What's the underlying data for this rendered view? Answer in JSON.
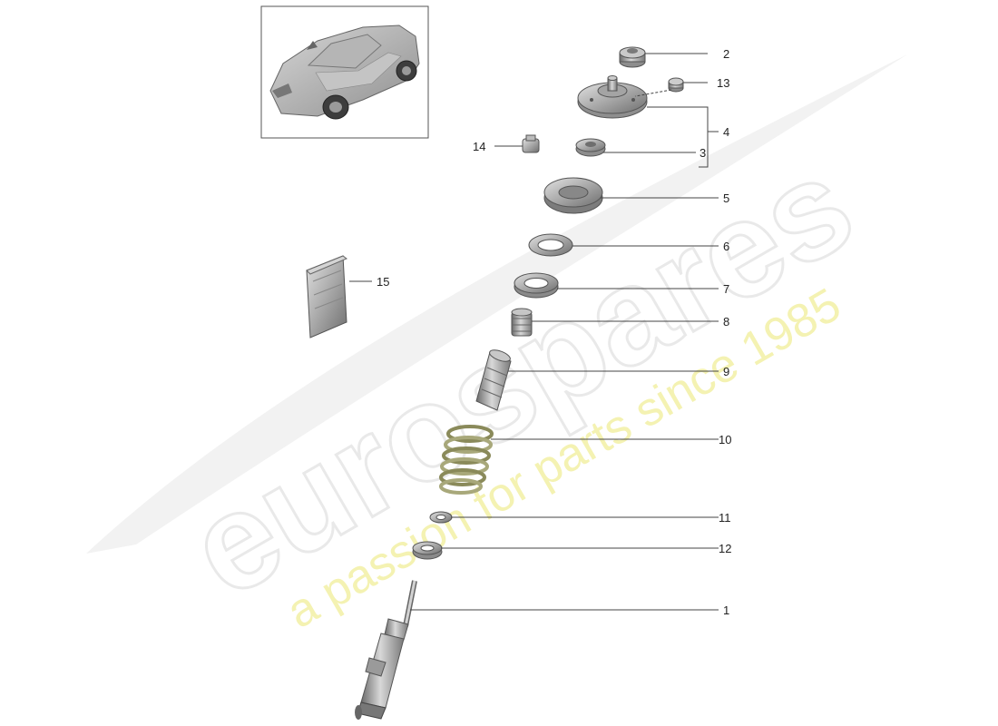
{
  "watermark": {
    "brand": "eurospares",
    "tagline": "a passion for parts since 1985"
  },
  "parts": [
    {
      "id": "2",
      "label": "2"
    },
    {
      "id": "13",
      "label": "13"
    },
    {
      "id": "4",
      "label": "4"
    },
    {
      "id": "14",
      "label": "14"
    },
    {
      "id": "3",
      "label": "3"
    },
    {
      "id": "5",
      "label": "5"
    },
    {
      "id": "6",
      "label": "6"
    },
    {
      "id": "15",
      "label": "15"
    },
    {
      "id": "7",
      "label": "7"
    },
    {
      "id": "8",
      "label": "8"
    },
    {
      "id": "9",
      "label": "9"
    },
    {
      "id": "10",
      "label": "10"
    },
    {
      "id": "11",
      "label": "11"
    },
    {
      "id": "12",
      "label": "12"
    },
    {
      "id": "1",
      "label": "1"
    }
  ]
}
